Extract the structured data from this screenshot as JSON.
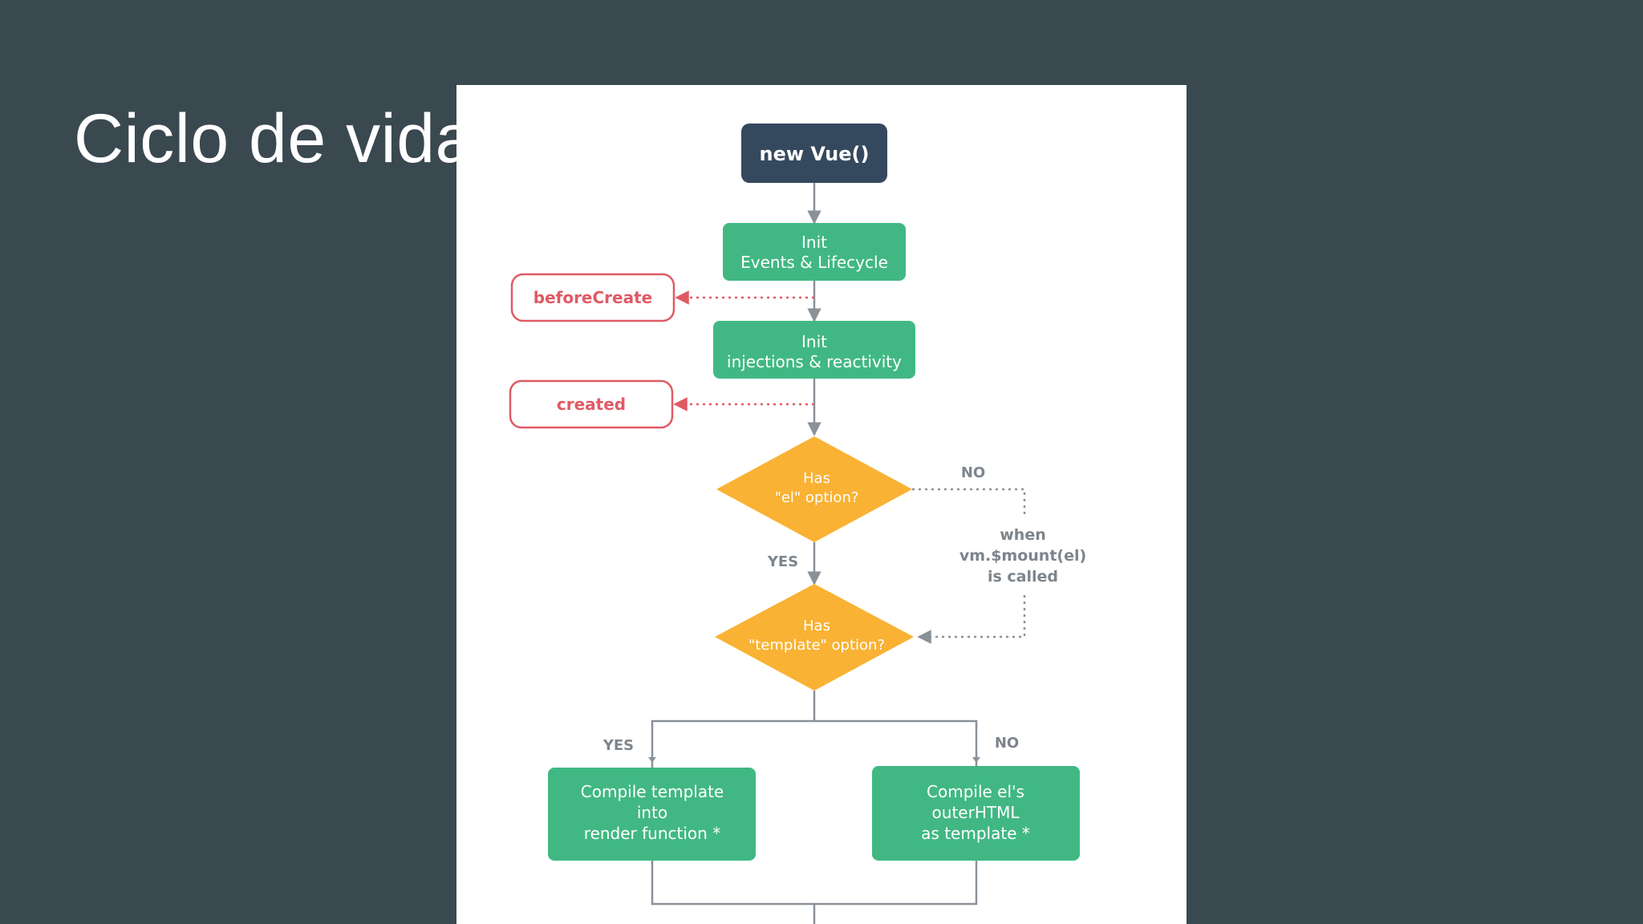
{
  "slide": {
    "title": "Ciclo de vida"
  },
  "diagram": {
    "start": "new Vue()",
    "init_events": [
      "Init",
      "Events & Lifecycle"
    ],
    "hook_before_create": "beforeCreate",
    "init_injections": [
      "Init",
      "injections & reactivity"
    ],
    "hook_created": "created",
    "decision_el": [
      "Has",
      "\"el\" option?"
    ],
    "decision_template": [
      "Has",
      "\"template\" option?"
    ],
    "label_no_el": "NO",
    "label_yes_el": "YES",
    "mount_note": [
      "when",
      "vm.$mount(el)",
      "is called"
    ],
    "label_yes_template": "YES",
    "label_no_template": "NO",
    "compile_template": [
      "Compile template",
      "into",
      "render function *"
    ],
    "compile_el": [
      "Compile el's",
      "outerHTML",
      "as template *"
    ]
  },
  "colors": {
    "background": "#3a4850",
    "node_dark": "#35495e",
    "node_green": "#41b883",
    "decision": "#f9b233",
    "hook_red": "#e05a65",
    "line_gray": "#8a9199",
    "label_gray": "#7d848c"
  }
}
